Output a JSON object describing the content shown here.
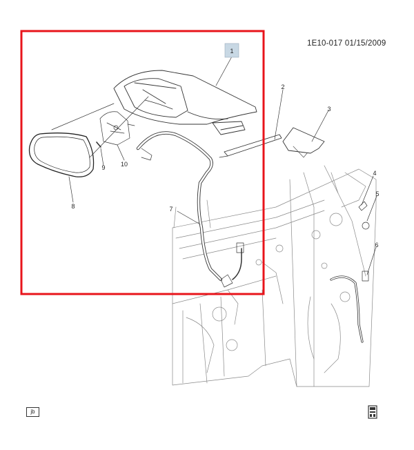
{
  "header": {
    "doc_id": "1E10-017  01/15/2009"
  },
  "callouts": [
    "1",
    "2",
    "3",
    "4",
    "5",
    "6",
    "7",
    "8",
    "9",
    "10"
  ],
  "highlight_color": "#e8141b",
  "callout1_fill": "#c8d8e4",
  "footer": {
    "left_icon_label": "jb",
    "right_icon": "document-icon"
  }
}
